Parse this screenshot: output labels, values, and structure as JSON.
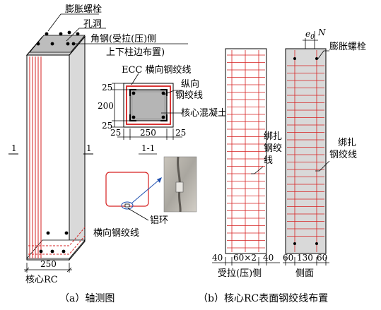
{
  "left": {
    "expansion_bolt": "膨胀螺栓",
    "hole": "孔洞",
    "angle_steel_line1": "角钢(受拉(压)侧",
    "angle_steel_line2": "上下柱边布置)",
    "section_marker": "1",
    "width_dim": "250",
    "core_rc": "核心RC",
    "ecc_label": "ECC 横向钢绞线",
    "longitudinal_line1": "纵向",
    "longitudinal_line2": "钢绞线",
    "core_concrete": "核心混凝土",
    "dim_25_top": "25",
    "dim_200": "200",
    "dim_25_bottom": "25",
    "dim_25_left": "25",
    "dim_250": "250",
    "dim_25_right": "25",
    "section_name": "1-1",
    "aluminum_ring": "铝环",
    "transverse_strand": "横向钢绞线"
  },
  "right": {
    "tie_line1": "绑扎",
    "tie_line2": "钢绞",
    "tie_line3": "线",
    "tie_side_line1": "绑扎",
    "tie_side_line2": "钢绞线",
    "expansion_bolt": "膨胀螺栓",
    "e0": "e",
    "e0_sub": "0",
    "n_label": "N",
    "dim_40_left": "40",
    "dim_60x2": "60×2",
    "dim_40_right": "40",
    "dim_60_left": "60",
    "dim_130": "130",
    "dim_60_right": "60",
    "tension_side": "受拉(压)侧",
    "side_face": "侧面"
  },
  "captions": {
    "a": "（a）轴测图",
    "b": "（b）核心RC表面钢绞线布置"
  },
  "colors": {
    "strand_red": "#d62020",
    "steel_gray": "#b8b8b8",
    "line": "#000000"
  }
}
